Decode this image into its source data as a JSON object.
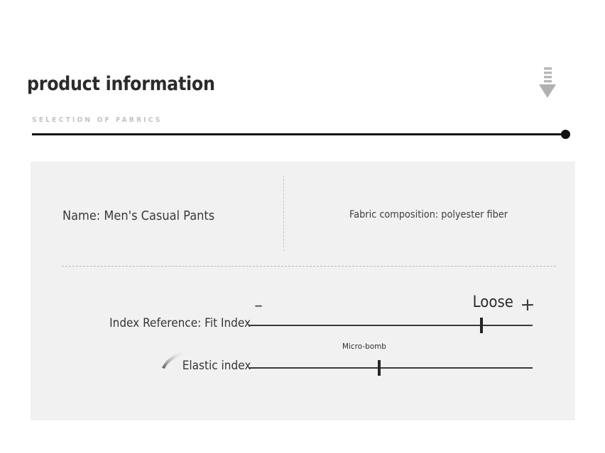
{
  "header": {
    "title": "product information",
    "download_icon": "download-arrow-icon"
  },
  "section": {
    "label": "SELECTION OF FABRICS"
  },
  "progress": {
    "value_percent": 100,
    "track_color": "#141414",
    "knob_color": "#111111"
  },
  "card": {
    "background": "#f1f1f1",
    "product_name": "Name: Men's Casual Pants",
    "fabric_composition": "Fabric composition: polyester fiber"
  },
  "sliders": [
    {
      "label": "Index Reference: Fit Index",
      "value_label": "Loose",
      "minus_label": "–",
      "plus_label": "+",
      "handle_percent": 82
    },
    {
      "label": "Elastic index",
      "value_label": "Micro-bomb",
      "handle_percent": 46
    }
  ]
}
